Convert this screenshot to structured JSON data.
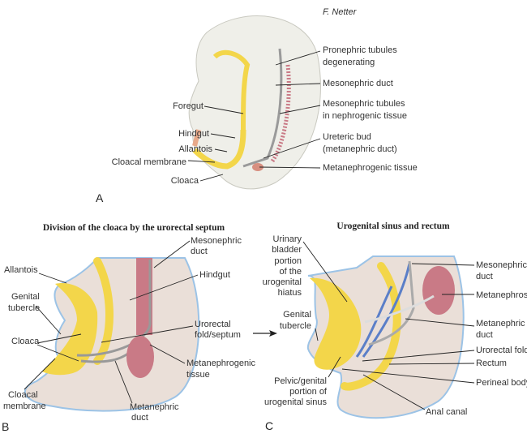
{
  "panel_a": {
    "letter": "A",
    "signature": "F. Netter",
    "labels_right": [
      [
        "Pronephric tubules",
        "degenerating"
      ],
      [
        "Mesonephric duct"
      ],
      [
        "Mesonephric tubules",
        "in nephrogenic tissue"
      ],
      [
        "Ureteric bud",
        "(metanephric duct)"
      ],
      [
        "Metanephrogenic tissue"
      ]
    ],
    "labels_left": [
      "Foregut",
      "Hindgut",
      "Allantois",
      "Cloacal membrane",
      "Cloaca"
    ]
  },
  "panel_b": {
    "letter": "B",
    "title": "Division of the cloaca by the urorectal septum",
    "labels": {
      "allantois": "Allantois",
      "genital_tubercle": [
        "Genital",
        "tubercle"
      ],
      "cloaca": "Cloaca",
      "cloacal_membrane": [
        "Cloacal",
        "membrane"
      ],
      "mesonephric_duct": [
        "Mesonephric",
        "duct"
      ],
      "hindgut": "Hindgut",
      "urorectal_fold": [
        "Urorectal",
        "fold/septum"
      ],
      "metanephrogenic_tissue": [
        "Metanephrogenic",
        "tissue"
      ],
      "metanephric_duct": [
        "Metanephric",
        "duct"
      ]
    }
  },
  "panel_c": {
    "letter": "C",
    "title": "Urogenital sinus and rectum",
    "labels": {
      "urinary_bladder": [
        "Urinary",
        "bladder",
        "portion",
        "of the",
        "urogenital",
        "hiatus"
      ],
      "genital_tubercle": [
        "Genital",
        "tubercle"
      ],
      "pelvic_portion": [
        "Pelvic/genital",
        "portion of",
        "urogenital sinus"
      ],
      "mesonephric_duct": [
        "Mesonephric",
        "duct"
      ],
      "metanephros": "Metanephros",
      "metanephric_duct": [
        "Metanephric",
        "duct"
      ],
      "urorectal_fold": "Urorectal fold",
      "rectum": "Rectum",
      "perineal_body": "Perineal body",
      "anal_canal": "Anal canal"
    }
  },
  "colors": {
    "gut": "#f3d64a",
    "tissue": "#eadfd8",
    "outline": "#9cc3e6",
    "kidney": "#c97a86",
    "vessel": "#5b7fc8"
  }
}
